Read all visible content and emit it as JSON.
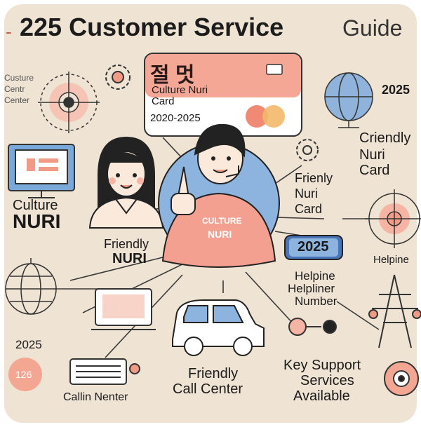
{
  "title": {
    "dash": "-",
    "text": "225 Customer Service",
    "tail": "Guide"
  },
  "card": {
    "hangul": "절 멋",
    "line1": "Culture Nuri",
    "line2": "Card",
    "years": "2020-2025"
  },
  "left_top": {
    "lines": [
      "Custure",
      "Centr",
      "Center"
    ]
  },
  "monitor_caption": {
    "line1": "Culture",
    "line2": "NURI"
  },
  "friendly_nuri_left": {
    "line1": "Friendly",
    "line2": "NURI"
  },
  "globe_left_year": "2025",
  "callin": "Callin Nenter",
  "badge_small": "126",
  "agent_shirt": {
    "line1": "CULTURE",
    "line2": "NURI"
  },
  "right_year": "2025",
  "criendly": {
    "line1": "Criendly",
    "line2": "Nuri",
    "line3": "Card"
  },
  "mid_right": {
    "line1": "Frienly",
    "line2": "Nuri",
    "line3": "Card"
  },
  "helpine_right": "Helpine",
  "badge_2025": "2025",
  "helpline": {
    "line1": "Helpine",
    "line2": "Helpliner",
    "line3": "Number"
  },
  "friendly_call": {
    "line1": "Friendly",
    "line2": "Call Center"
  },
  "key_support": {
    "line1": "Key Support",
    "line2": "Services",
    "line3": "Available"
  },
  "colors": {
    "background": "#efe3d3",
    "salmon": "#f19a86",
    "blue": "#7aa8d8",
    "dark": "#222222"
  }
}
